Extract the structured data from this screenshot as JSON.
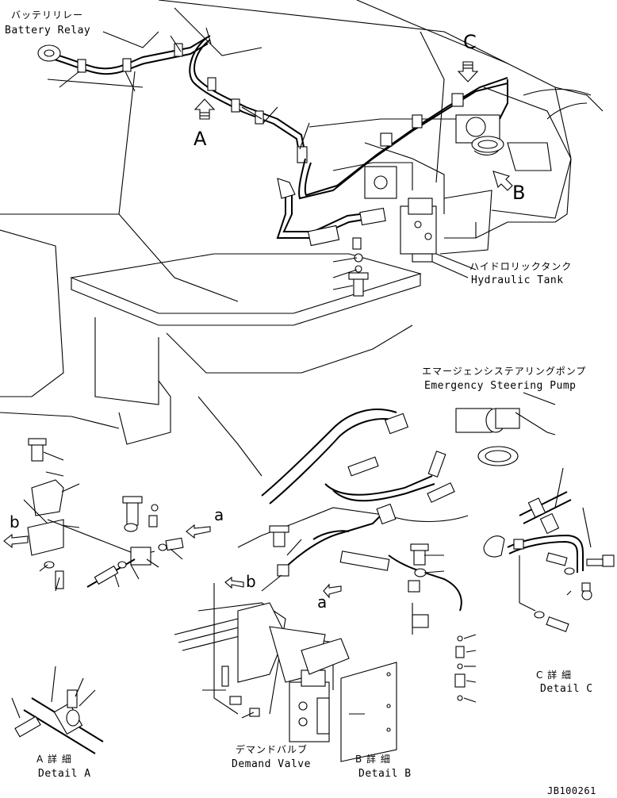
{
  "labels": {
    "battery_relay_jp": "バッテリリレー",
    "battery_relay_en": "Battery Relay",
    "view_a": "A",
    "view_b": "B",
    "view_c": "C",
    "hydraulic_tank_jp": "ハイドロリックタンク",
    "hydraulic_tank_en": "Hydraulic Tank",
    "emergency_pump_jp": "エマージェンシステアリングポンプ",
    "emergency_pump_en": "Emergency Steering Pump",
    "detail_a_jp": "A 詳 細",
    "detail_a_en": "Detail A",
    "detail_b_jp": "B 詳 細",
    "detail_b_en": "Detail B",
    "detail_c_jp": "C 詳 細",
    "detail_c_en": "Detail C",
    "demand_valve_jp": "デマンドバルブ",
    "demand_valve_en": "Demand Valve",
    "ref_a_lower": "a",
    "ref_b_lower": "b",
    "drawing_number": "JB100261"
  }
}
